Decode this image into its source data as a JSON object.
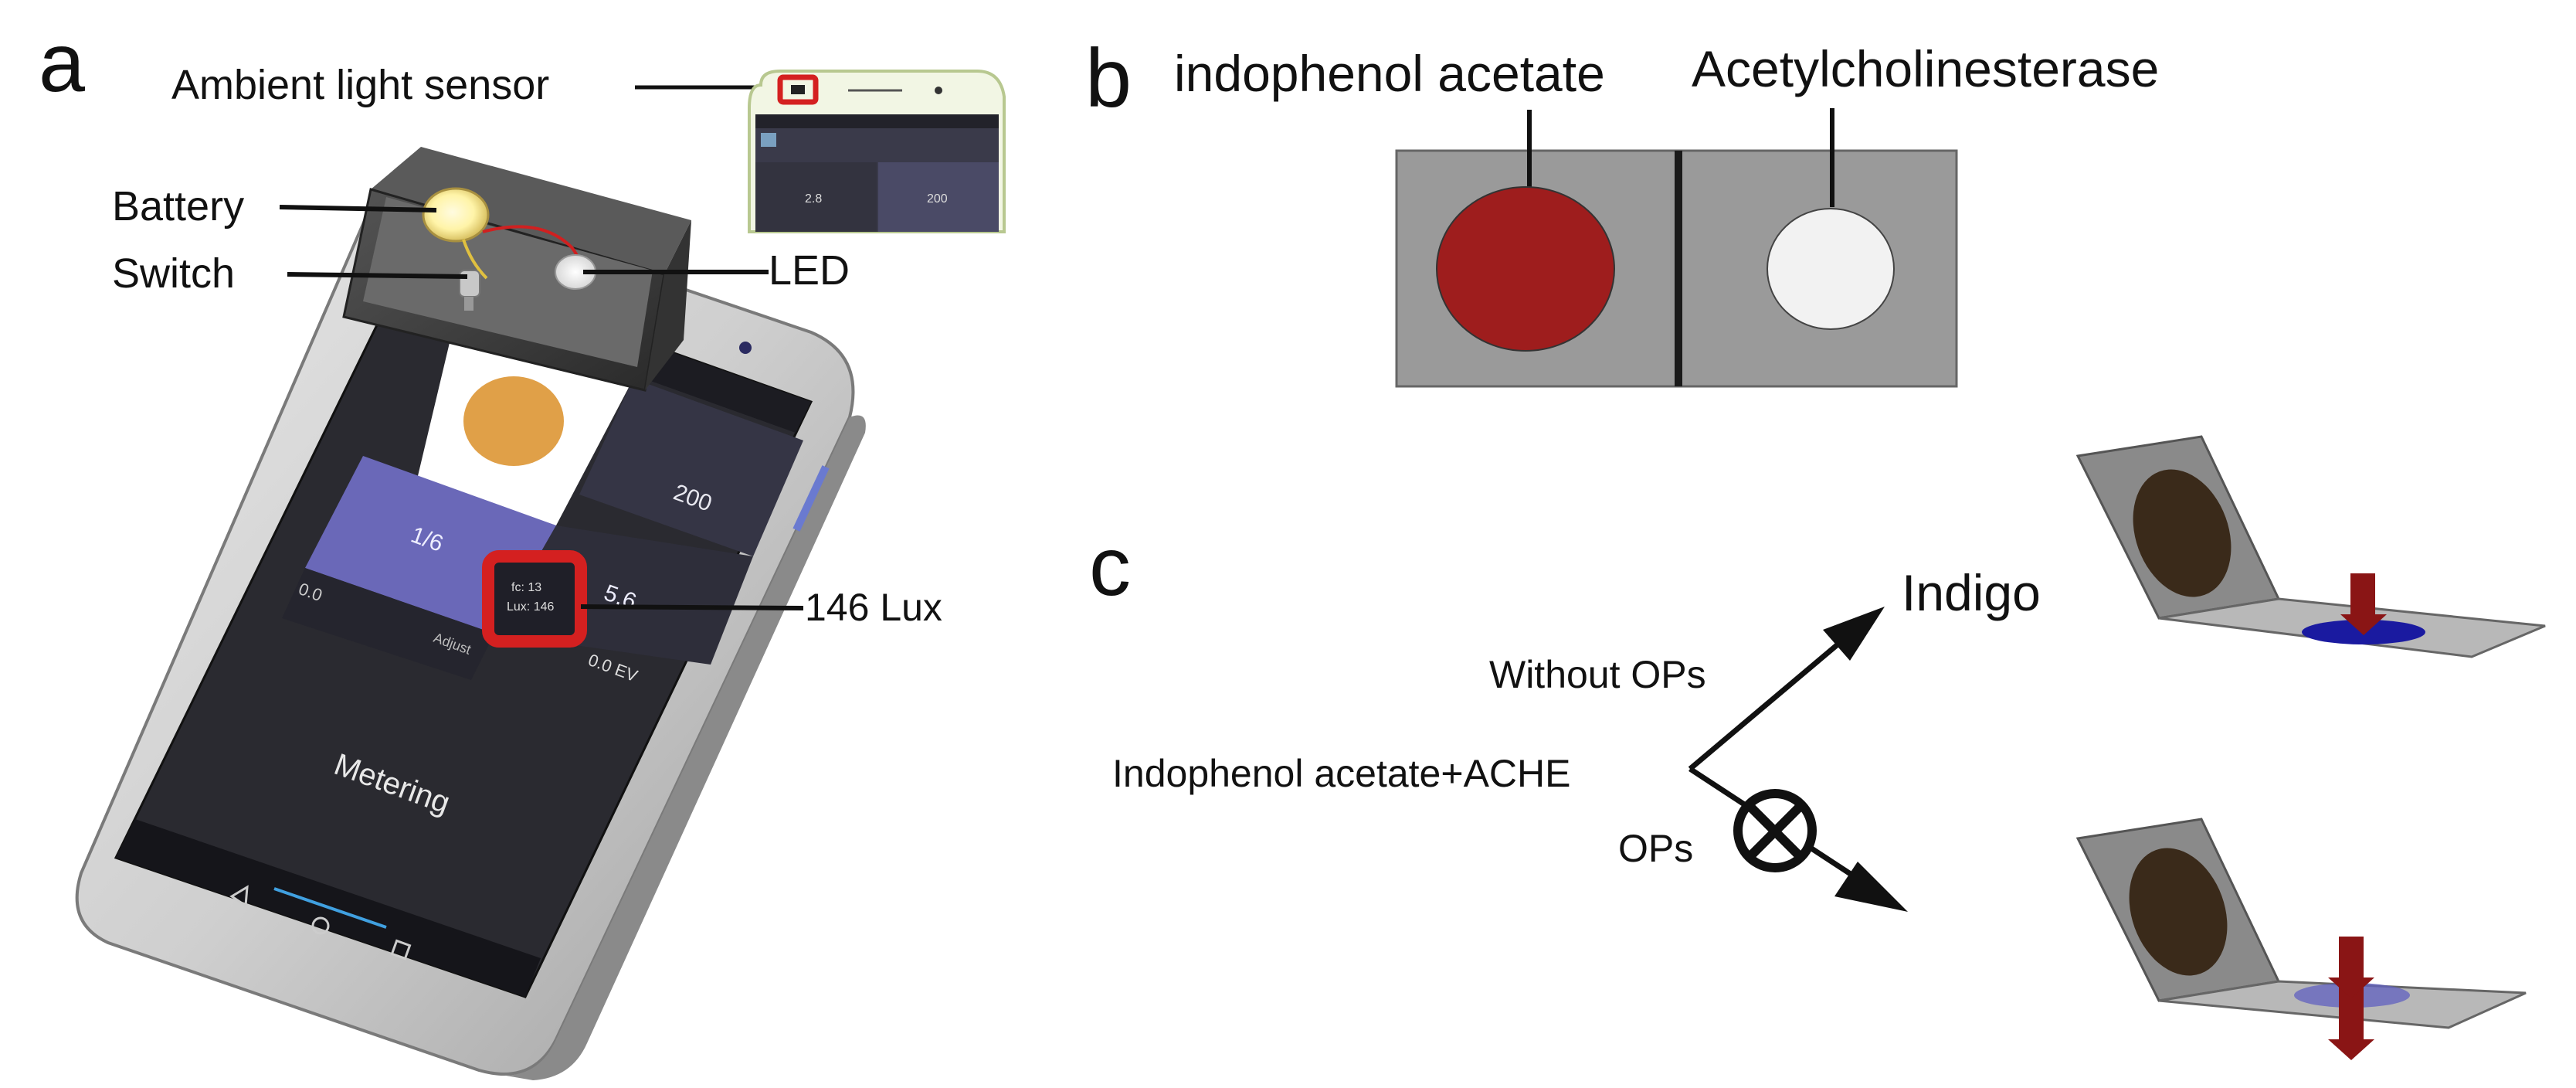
{
  "panel_a": {
    "letter": "a",
    "labels": {
      "ambient_light_sensor": "Ambient light sensor",
      "battery": "Battery",
      "switch": "Switch",
      "led": "LED",
      "lux_reading": "146 Lux"
    },
    "inset_phone": {
      "left_value": "2.8",
      "right_value": "200"
    },
    "phone_screen": {
      "shutter": "1/6",
      "iso": "200",
      "aperture": "5.6",
      "ev": "0.0",
      "ev_small": "0.0 EV",
      "metering": "Metering",
      "overlay_line1": "fc: 13",
      "overlay_line2": "Lux: 146",
      "adjust": "Adjust"
    }
  },
  "panel_b": {
    "letter": "b",
    "labels": {
      "indophenol_acetate": "indophenol acetate",
      "acetylcholinesterase": "Acetylcholinesterase"
    }
  },
  "panel_c": {
    "letter": "c",
    "labels": {
      "indigo": "Indigo",
      "without_ops": "Without OPs",
      "reaction": "Indophenol acetate+ACHE",
      "ops": "OPs"
    }
  },
  "colors": {
    "indophenol_spot": "#9e1d1d",
    "ache_spot": "#f2f2f2",
    "card_gray": "#9a9a9a",
    "highlight_red": "#d42020",
    "screen_purple": "#6a68b8",
    "indigo_blue": "#1a1aa0",
    "arrow_red": "#8a1515",
    "dark_brown": "#3a2a1a"
  }
}
